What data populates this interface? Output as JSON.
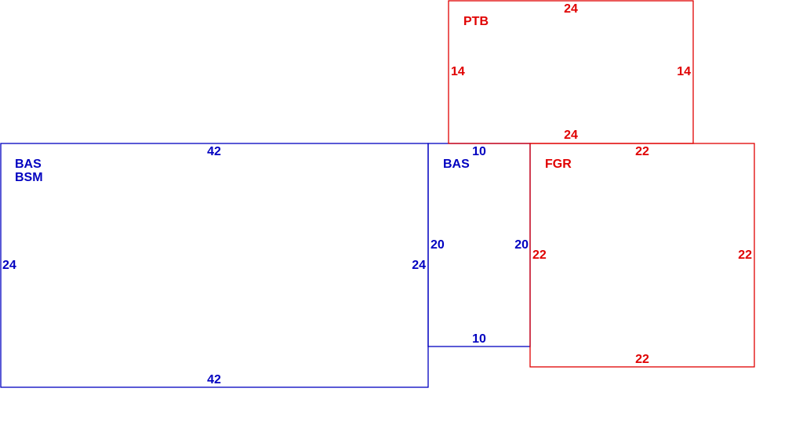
{
  "colors": {
    "blue_outline": "#0000c0",
    "red_outline": "#e00000",
    "background": "#ffffff"
  },
  "sections": [
    {
      "id": "main",
      "color": "blue",
      "codes": [
        "BAS",
        "BSM"
      ],
      "dims": {
        "top": "42",
        "bottom": "42",
        "left": "24",
        "right": "24"
      }
    },
    {
      "id": "bas-small",
      "color": "blue",
      "codes": [
        "BAS"
      ],
      "dims": {
        "top": "10",
        "bottom": "10",
        "left": "20",
        "right": "20"
      }
    },
    {
      "id": "ptb",
      "color": "red",
      "codes": [
        "PTB"
      ],
      "dims": {
        "top": "24",
        "bottom": "24",
        "left": "14",
        "right": "14"
      }
    },
    {
      "id": "fgr",
      "color": "red",
      "codes": [
        "FGR"
      ],
      "dims": {
        "top": "22",
        "bottom": "22",
        "left": "22",
        "right": "22"
      }
    }
  ]
}
